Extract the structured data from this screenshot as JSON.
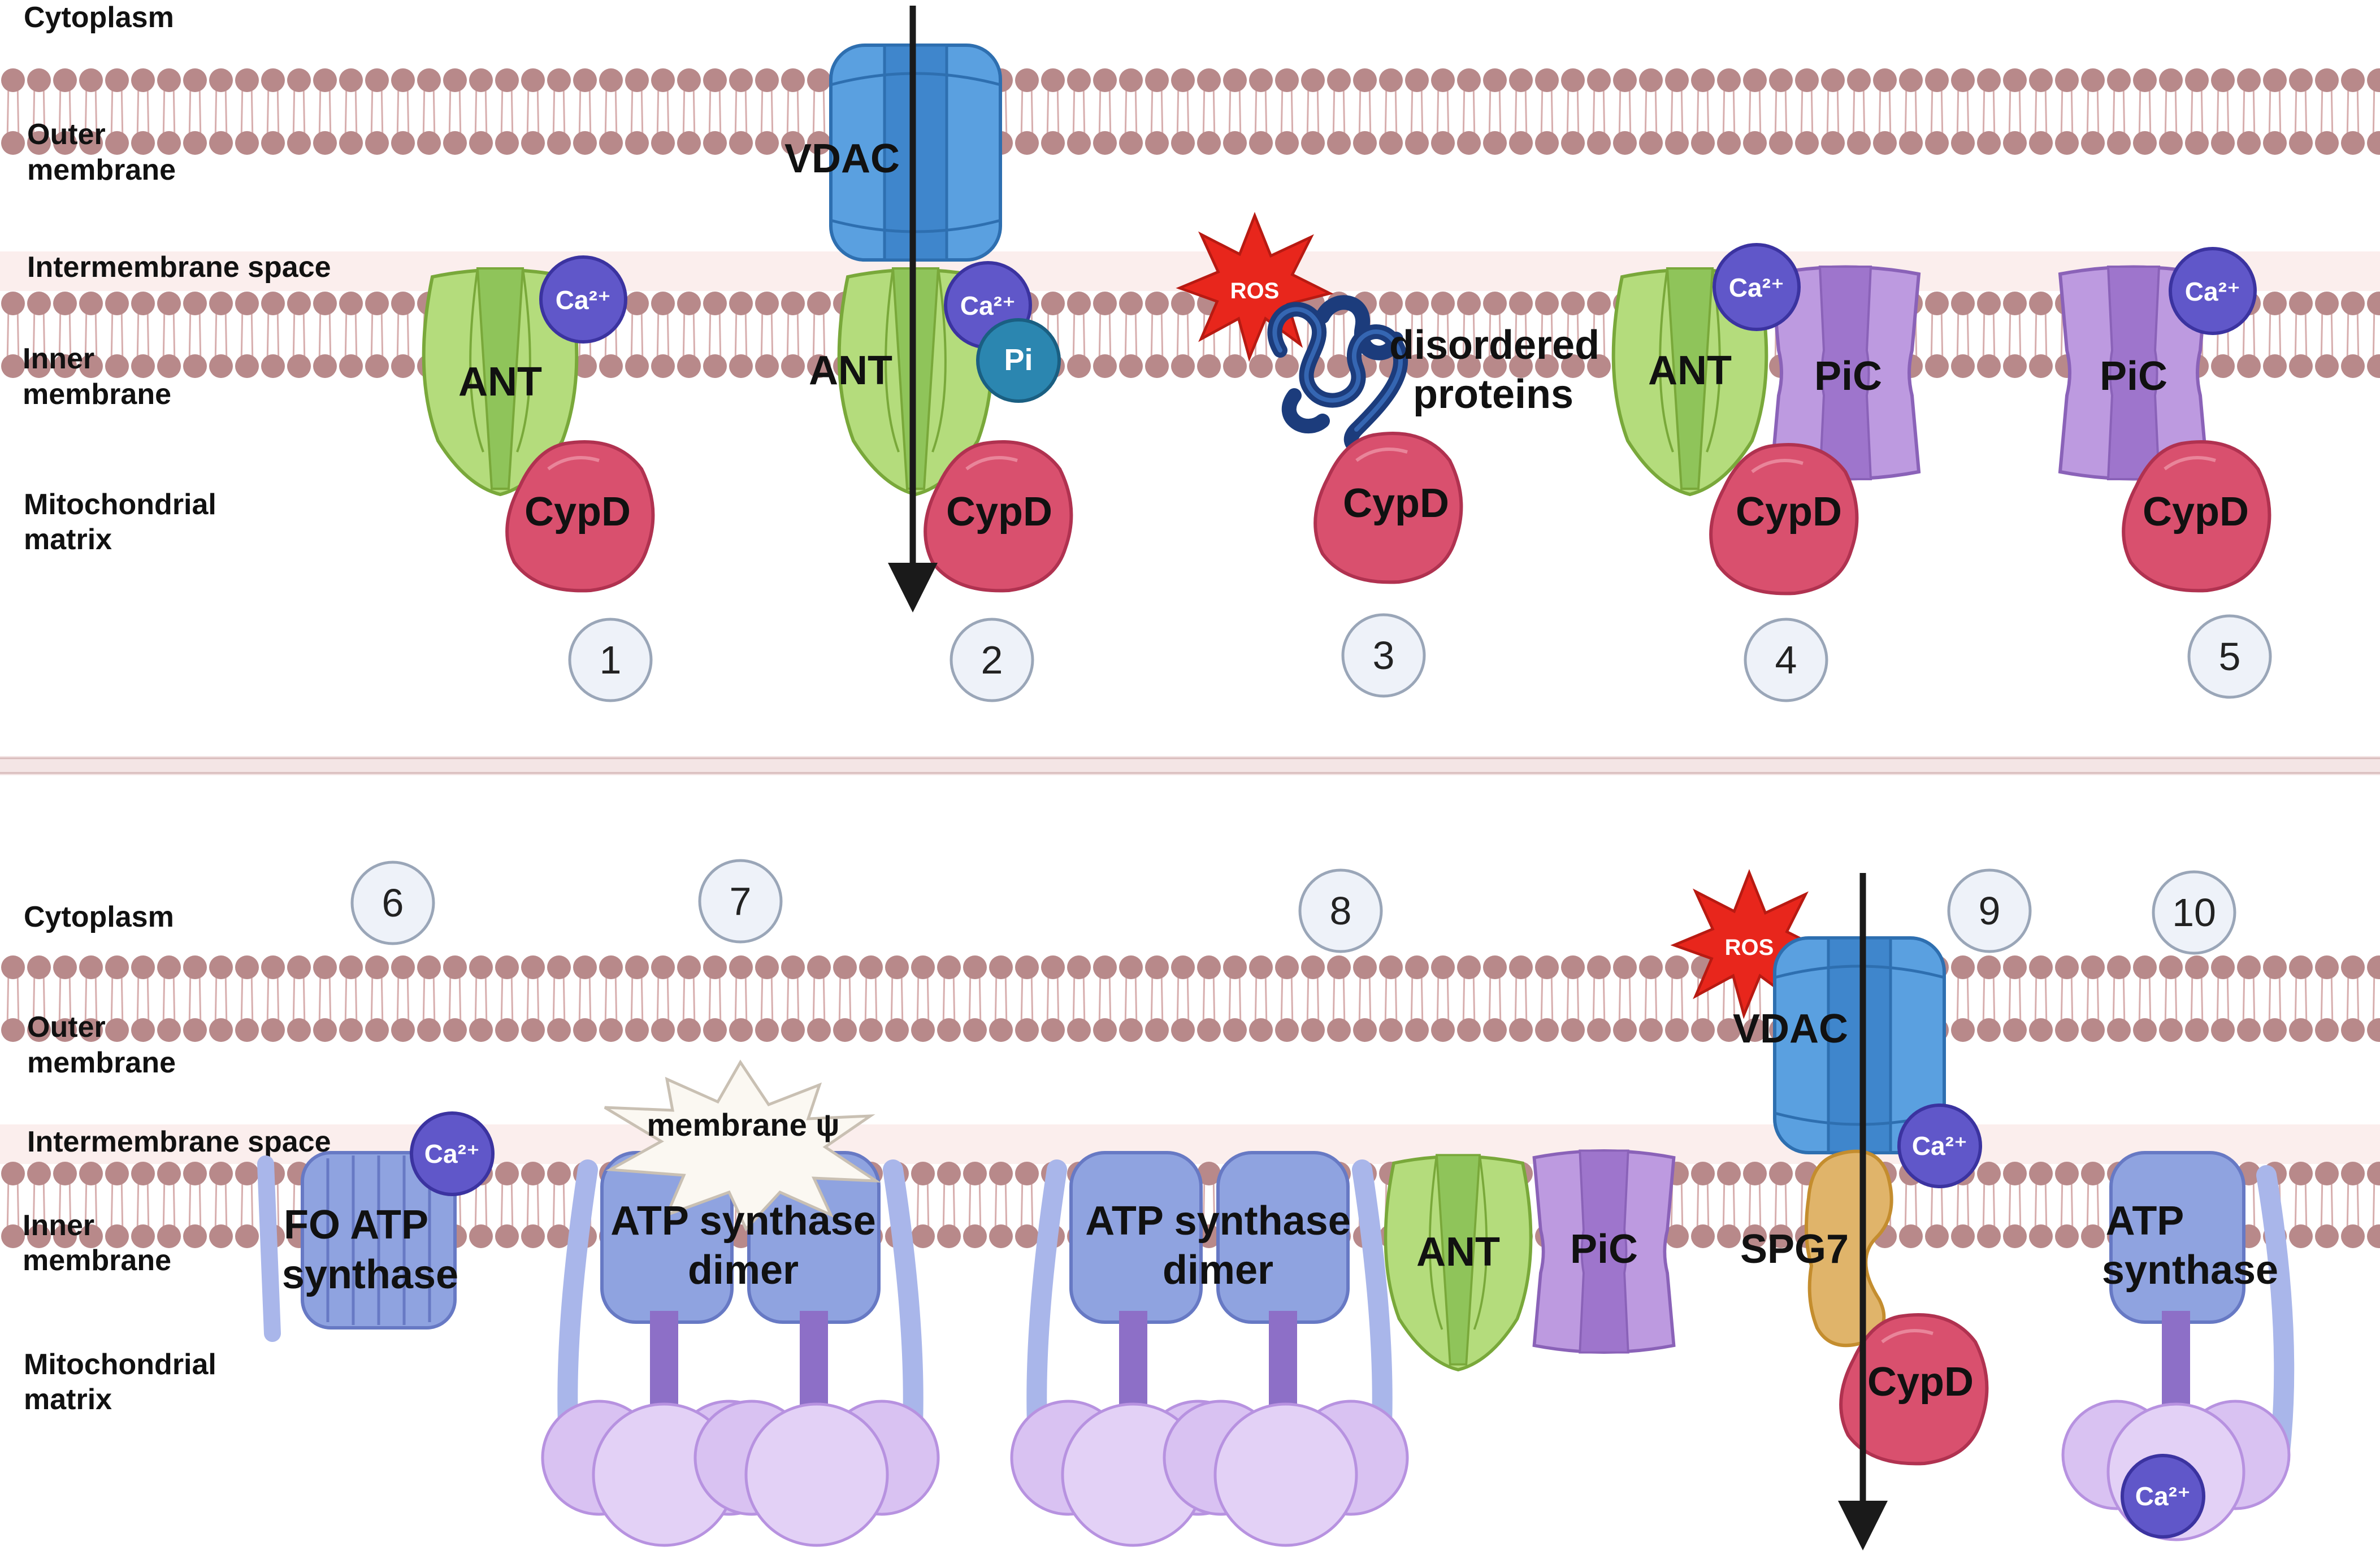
{
  "regions": {
    "cytoplasm": "Cytoplasm",
    "outer_membrane": [
      "Outer",
      "membrane"
    ],
    "intermembrane_space": "Intermembrane space",
    "inner_membrane": [
      "Inner",
      "membrane"
    ],
    "matrix": [
      "Mitochondrial",
      "matrix"
    ]
  },
  "proteins": {
    "vdac": "VDAC",
    "ant": "ANT",
    "pic": "PiC",
    "cypd": "CypD",
    "spg7": "SPG7",
    "fo_atp_synthase": [
      "FO ATP",
      "synthase"
    ],
    "atp_synthase_dimer": [
      "ATP synthase",
      "dimer"
    ],
    "atp_synthase": [
      "ATP",
      "synthase"
    ]
  },
  "ions": {
    "calcium": "Ca²⁺",
    "phosphate": "Pi"
  },
  "labels": {
    "ros": "ROS",
    "disordered_proteins": [
      "disordered",
      "proteins"
    ],
    "membrane_potential": "membrane ψ"
  },
  "models": [
    "1",
    "2",
    "3",
    "4",
    "5",
    "6",
    "7",
    "8",
    "9",
    "10"
  ],
  "colors": {
    "lipid_head": "#b8898a",
    "lipid_tail": "#d7aeae",
    "ims_band": "#fbeeed",
    "vdac": "#4f94d8",
    "ant": "#b2db7a",
    "pic": "#b795de",
    "cypd": "#d9506e",
    "calcium": "#6057c9",
    "phosphate": "#2b86b0",
    "ros": "#e8261c",
    "spg7": "#e0b46a",
    "atp_fo": "#8b9fdc",
    "atp_f1": "#dcc7f3",
    "disordered": "#1c3c7c"
  }
}
